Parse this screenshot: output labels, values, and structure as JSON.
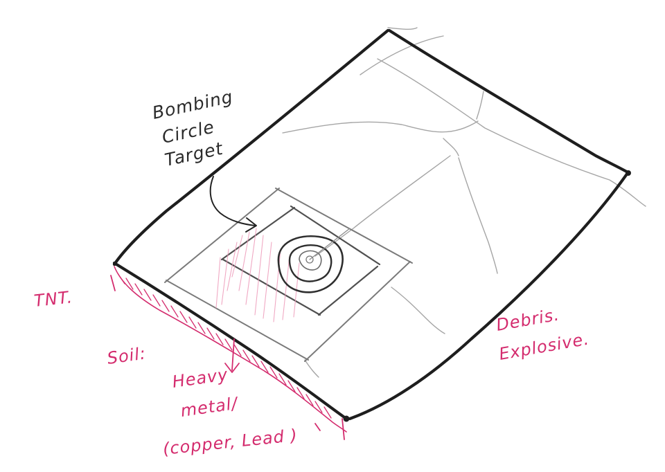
{
  "colors": {
    "ink": "#1e1e1e",
    "pencil": "#9a9a9a",
    "pink": "#d42c6e",
    "pink_light": "#ee9ab9"
  },
  "annotations": {
    "target_line1": "Bombing",
    "target_line2": "Circle",
    "target_line3": "Target",
    "tnt": "TNT.",
    "soil": "Soil:",
    "heavy_metal_line1": "Heavy",
    "heavy_metal_line2": "metal/",
    "heavy_metal_line3": "(copper, Lead )",
    "debris_line1": "Debris.",
    "debris_line2": "Explosive."
  }
}
